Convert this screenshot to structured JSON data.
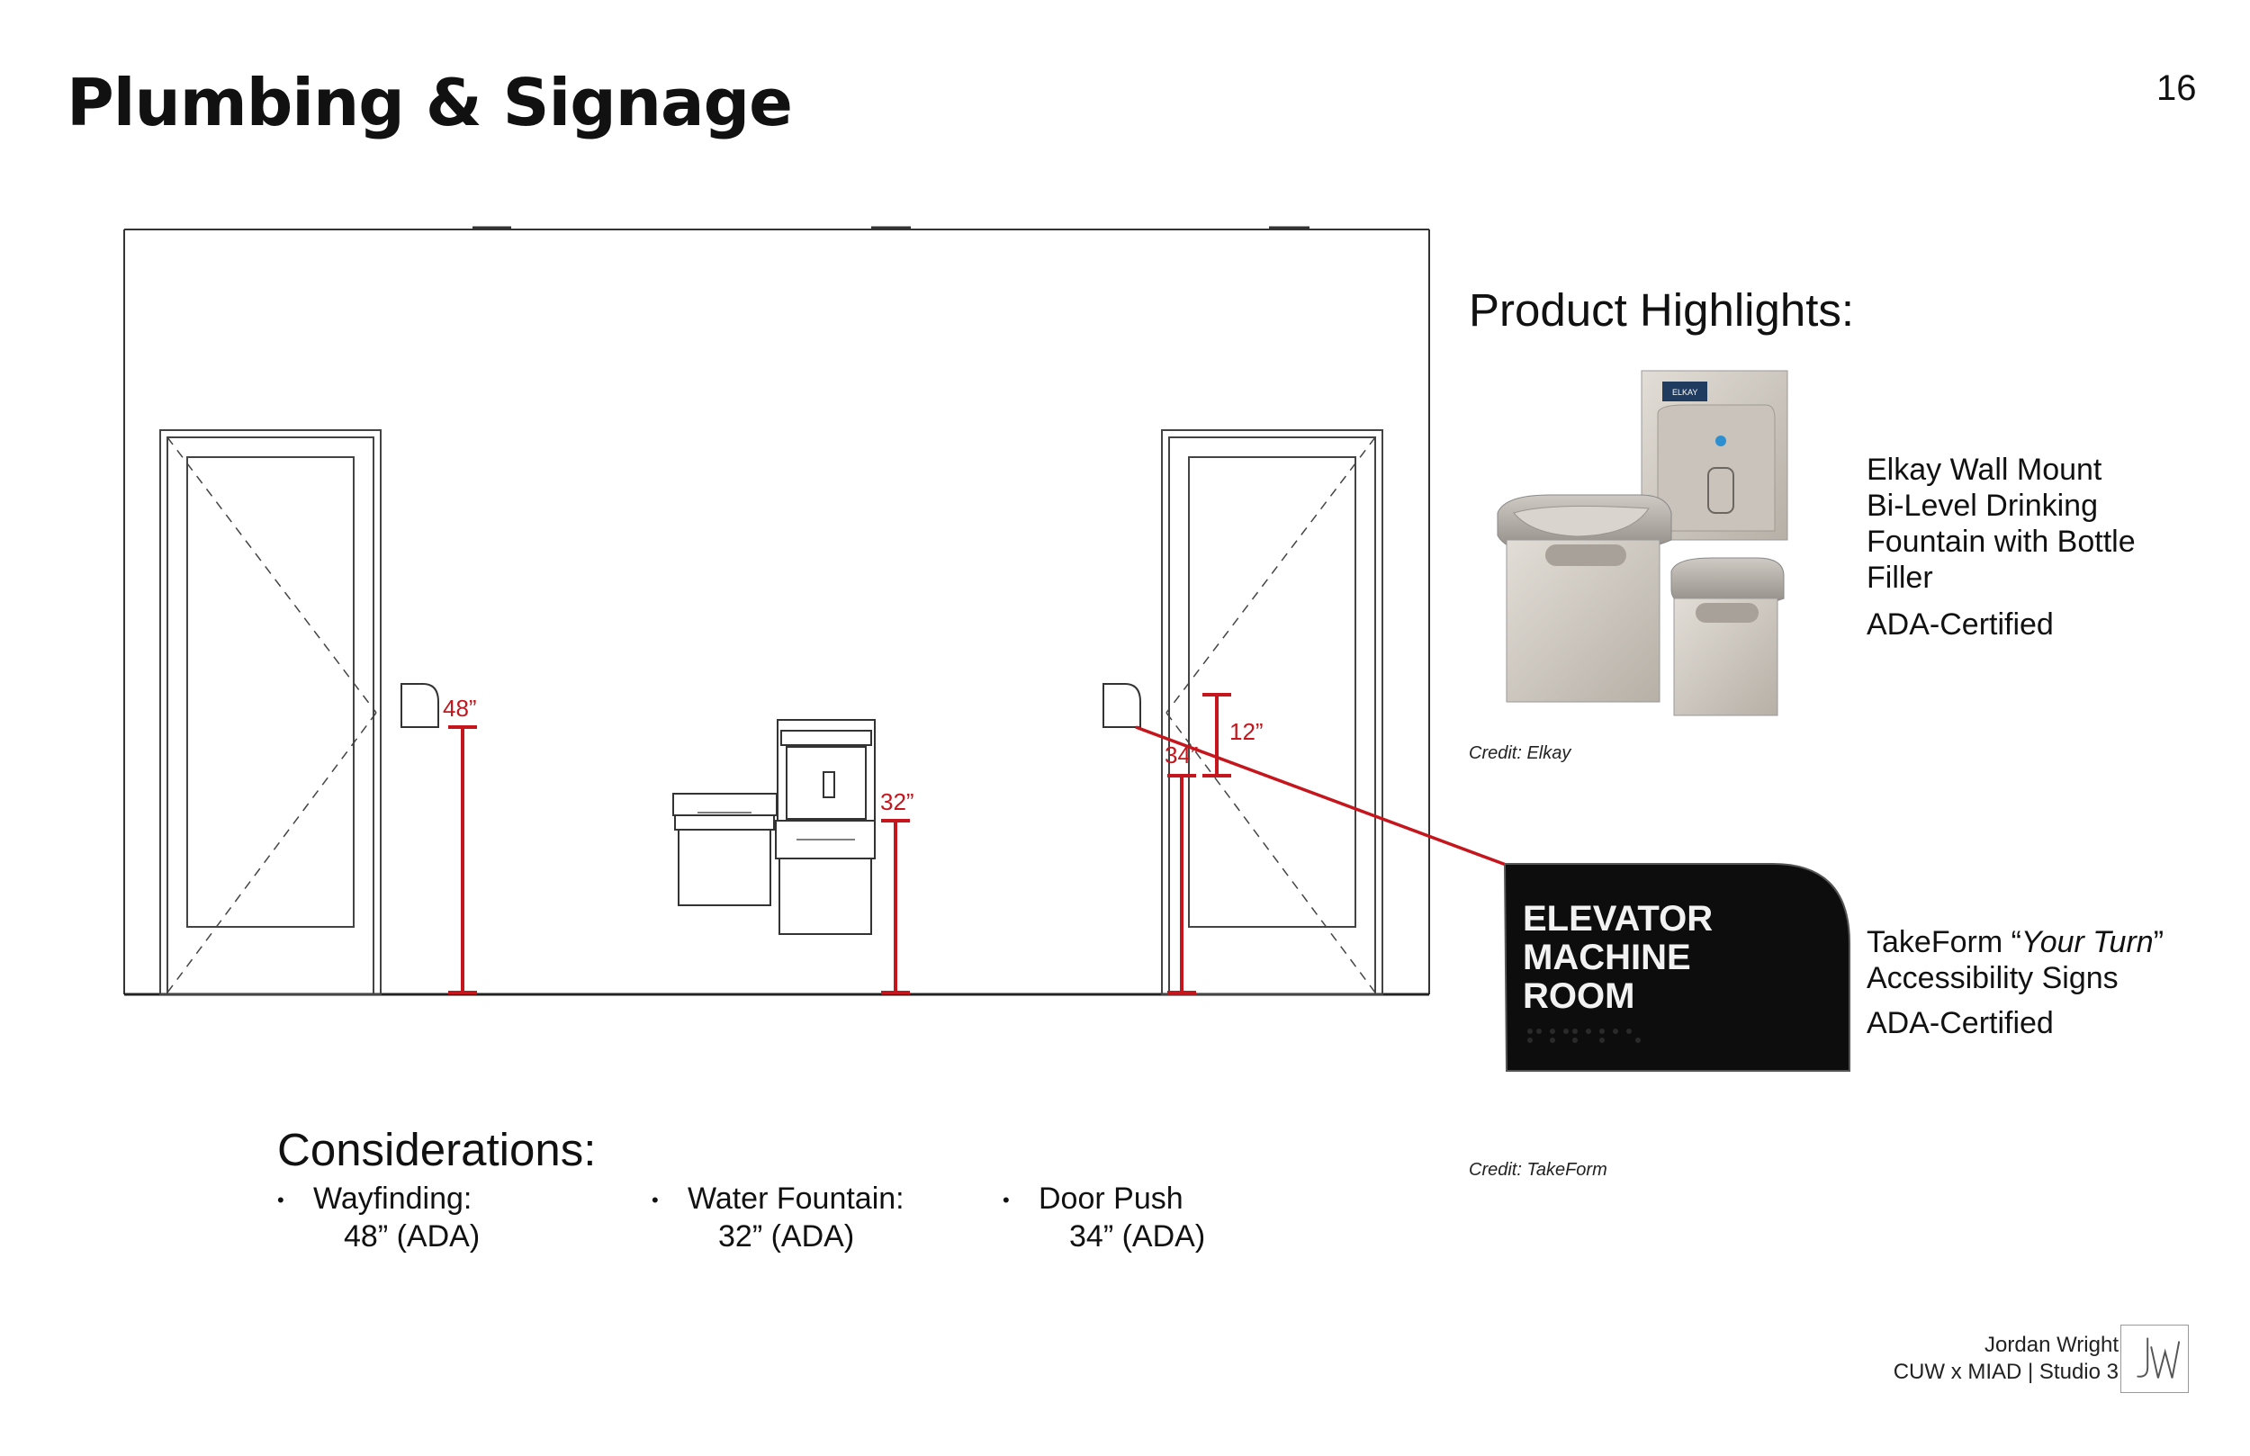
{
  "page": {
    "title": "Plumbing & Signage",
    "page_number": "16"
  },
  "elevation": {
    "dimensions": {
      "wayfinding": "48”",
      "fountain": "32”",
      "door_push": "34”",
      "sign_offset": "12”"
    },
    "accent_color": "#c4161c"
  },
  "product_highlights": {
    "title": "Product Highlights:",
    "fountain": {
      "name_lines": [
        "Elkay Wall Mount",
        "Bi-Level Drinking",
        "Fountain with Bottle",
        "Filler"
      ],
      "certification": "ADA-Certified",
      "credit": "Credit: Elkay",
      "display_label": "ELKAY"
    },
    "signage": {
      "name_prefix": "TakeForm “",
      "name_italic": "Your Turn",
      "name_suffix": "”",
      "name_line2": "Accessibility Signs",
      "certification": "ADA-Certified",
      "credit": "Credit: TakeForm",
      "sign_lines": [
        "ELEVATOR",
        "MACHINE",
        "ROOM"
      ]
    }
  },
  "considerations": {
    "title": "Considerations:",
    "items": [
      {
        "label": "Wayfinding:",
        "value": "48” (ADA)"
      },
      {
        "label": "Water Fountain:",
        "value": "32” (ADA)"
      },
      {
        "label": "Door Push",
        "value": "34” (ADA)"
      }
    ],
    "bullet": "•"
  },
  "author": {
    "name": "Jordan Wright",
    "program": "CUW x MIAD | Studio 3",
    "logo_text": "JW"
  }
}
